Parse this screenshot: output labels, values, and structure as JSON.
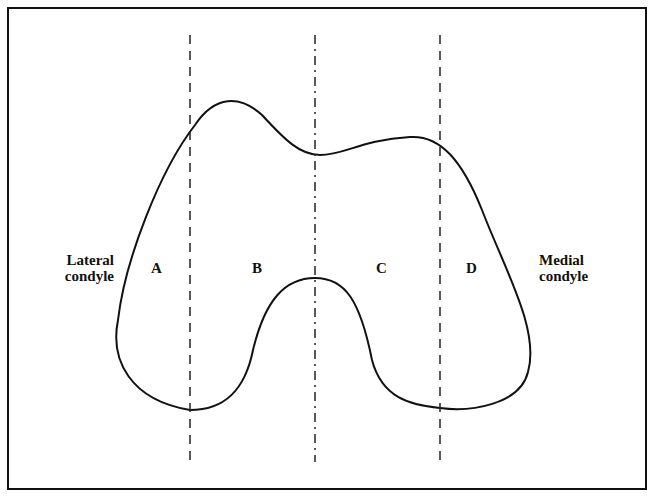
{
  "diagram": {
    "labels": [
      "Lateral condyle",
      "A",
      "B",
      "C",
      "D",
      "Medial condyle"
    ]
  }
}
